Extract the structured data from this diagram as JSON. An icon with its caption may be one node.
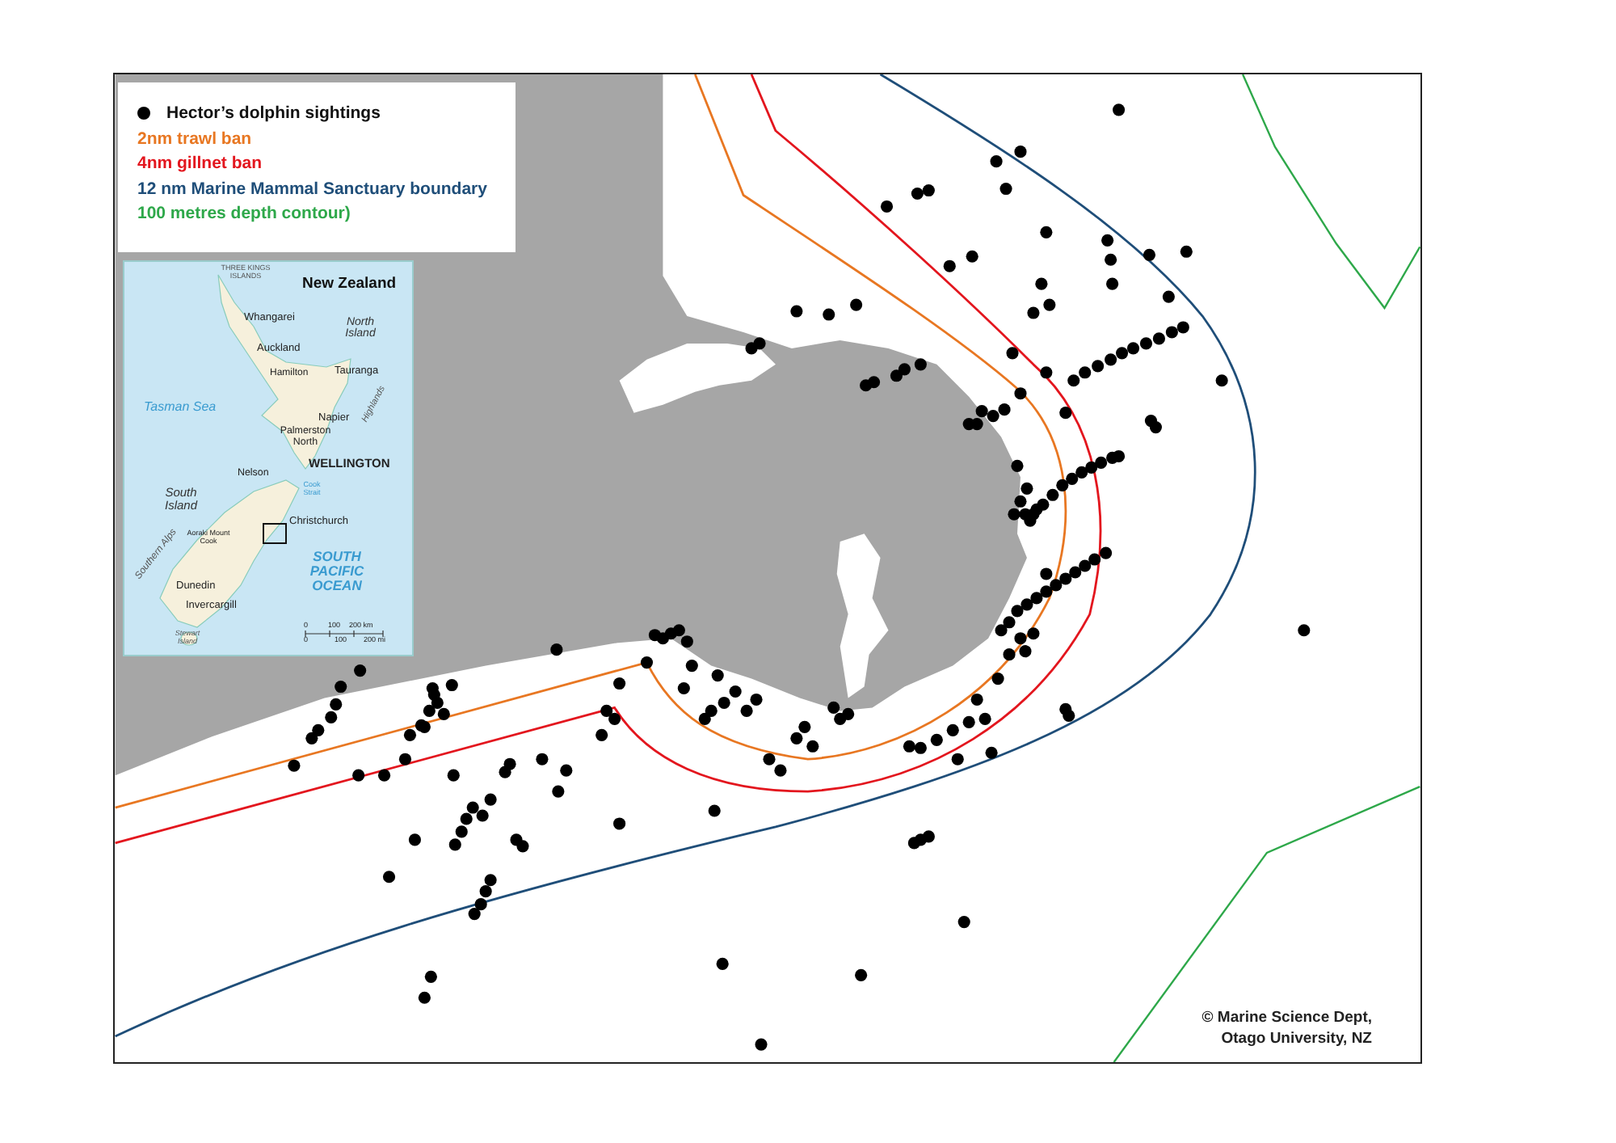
{
  "diagram": {
    "labels": [
      "THREE KINGS ISLANDS",
      "New Zealand",
      "Whangarei",
      "North Island",
      "Auckland",
      "Hamilton",
      "Tauranga",
      "Highlands",
      "Tasman Sea",
      "Napier",
      "Palmerston North",
      "WELLINGTON",
      "Nelson",
      "Cook Strait",
      "South Island",
      "Southern Alps",
      "Aoraki Mount Cook",
      "Christchurch",
      "SOUTH PACIFIC OCEAN",
      "Dunedin",
      "Invercargill",
      "Stewart Island",
      "0",
      "100",
      "200 km",
      "0",
      "100",
      "200 mi",
      "© Marine Science Dept, Otago University, NZ"
    ],
    "legend": [
      {
        "text": "Hector’s dolphin sightings"
      },
      {
        "text": "2nm trawl ban",
        "color": "#e87722"
      },
      {
        "text": "4nm gillnet ban",
        "color": "#e3161e"
      },
      {
        "text": "12 nm Marine Mammal Sanctuary boundary",
        "color": "#1f4e79"
      },
      {
        "text": "100 metres depth contour)",
        "color": "#2ea84a"
      }
    ]
  }
}
